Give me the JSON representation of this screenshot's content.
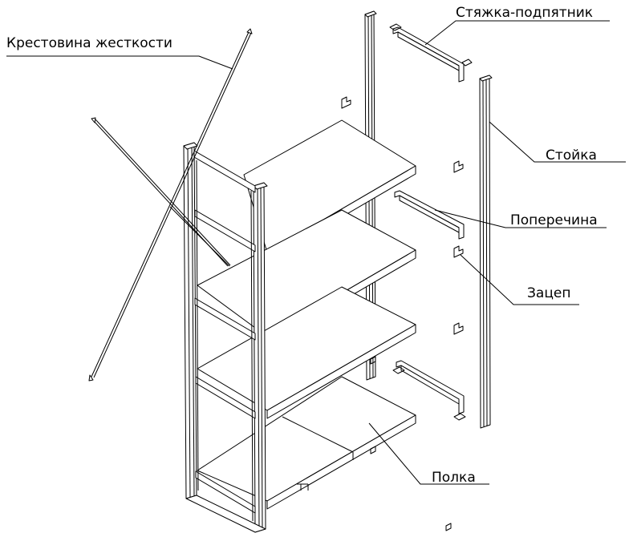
{
  "labels": {
    "brace": "Крестовина жесткости",
    "tie": "Стяжка-подпятник",
    "post": "Стойка",
    "crossbar": "Поперечина",
    "hook": "Зацеп",
    "shelf": "Полка"
  }
}
